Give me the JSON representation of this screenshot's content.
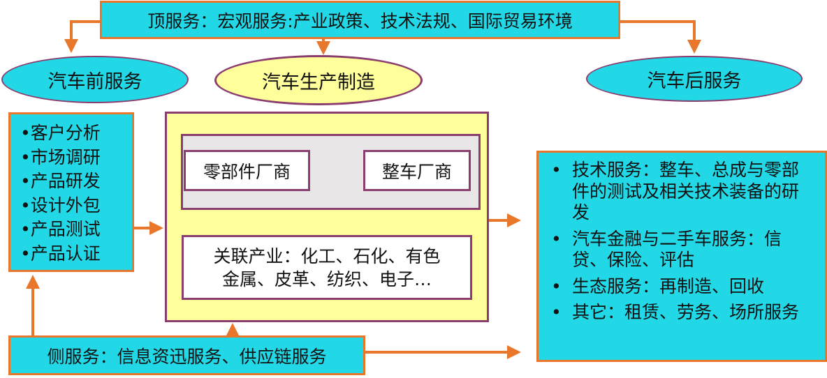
{
  "top_service": "顶服务：宏观服务:产业政策、技术法规、国际贸易环境",
  "ellipses": {
    "pre": "汽车前服务",
    "manufacturing": "汽车生产制造",
    "post": "汽车后服务"
  },
  "pre_service_items": [
    "•客户分析",
    "•市场调研",
    "•产品研发",
    "•设计外包",
    "•产品测试",
    "•产品认证"
  ],
  "manufacturing": {
    "parts_maker": "零部件厂商",
    "oem": "整车厂商",
    "related_line1": "关联产业：化工、石化、有色",
    "related_line2": "金属、皮革、纺织、电子…"
  },
  "post_service_items": [
    "技术服务：整车、总成与零部件的测试及相关技术装备的研发",
    "汽车金融与二手车服务：信贷、保险、评估",
    "生态服务：再制造、回收",
    "其它：租赁、劳务、场所服务"
  ],
  "side_service": "侧服务：信息资迅服务、供应链服务",
  "colors": {
    "cyan": "#22d8e6",
    "yellow": "#fefe9a",
    "orange": "#e8772c",
    "purple": "#8a3d6e",
    "gray": "#e8e6e6"
  }
}
